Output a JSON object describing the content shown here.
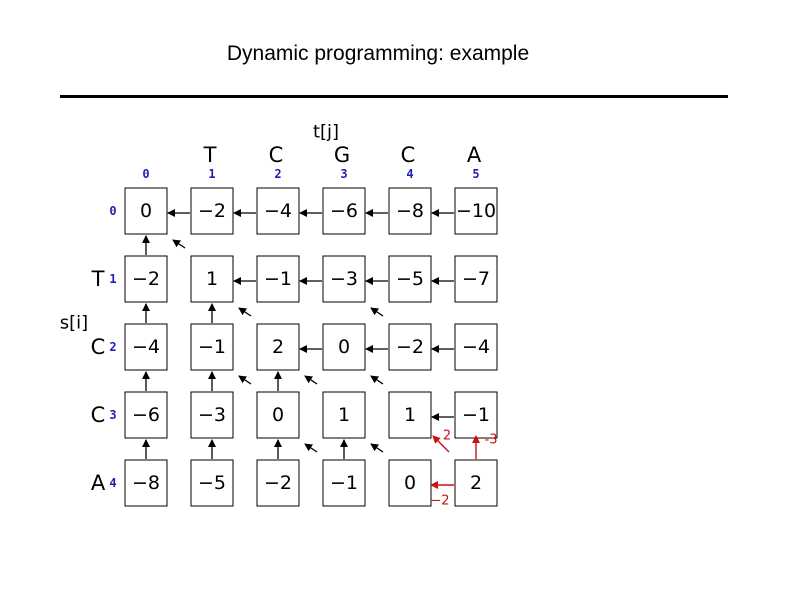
{
  "title": "Dynamic programming: example",
  "t_label": "t[j]",
  "s_label": "s[i]",
  "t_seq": [
    "",
    "T",
    "C",
    "G",
    "C",
    "A"
  ],
  "s_seq": [
    "",
    "T",
    "C",
    "C",
    "A"
  ],
  "col_index": [
    "0",
    "1",
    "2",
    "3",
    "4",
    "5"
  ],
  "row_index": [
    "0",
    "1",
    "2",
    "3",
    "4"
  ],
  "matrix": [
    [
      "0",
      "−2",
      "−4",
      "−6",
      "−8",
      "−10"
    ],
    [
      "−2",
      "1",
      "−1",
      "−3",
      "−5",
      "−7"
    ],
    [
      "−4",
      "−1",
      "2",
      "0",
      "−2",
      "−4"
    ],
    [
      "−6",
      "−3",
      "0",
      "1",
      "1",
      "−1"
    ],
    [
      "−8",
      "−5",
      "−2",
      "−1",
      "0",
      "2"
    ]
  ],
  "arrows": [
    {
      "dir": "left",
      "r": 0,
      "c": 1
    },
    {
      "dir": "left",
      "r": 0,
      "c": 2
    },
    {
      "dir": "left",
      "r": 0,
      "c": 3
    },
    {
      "dir": "left",
      "r": 0,
      "c": 4
    },
    {
      "dir": "left",
      "r": 0,
      "c": 5
    },
    {
      "dir": "up",
      "r": 1,
      "c": 0
    },
    {
      "dir": "diag",
      "r": 1,
      "c": 1
    },
    {
      "dir": "left",
      "r": 1,
      "c": 2
    },
    {
      "dir": "left",
      "r": 1,
      "c": 3
    },
    {
      "dir": "left",
      "r": 1,
      "c": 4
    },
    {
      "dir": "left",
      "r": 1,
      "c": 5
    },
    {
      "dir": "up",
      "r": 2,
      "c": 0
    },
    {
      "dir": "up",
      "r": 2,
      "c": 1
    },
    {
      "dir": "diag",
      "r": 2,
      "c": 2
    },
    {
      "dir": "left",
      "r": 2,
      "c": 3
    },
    {
      "dir": "diag",
      "r": 2,
      "c": 4
    },
    {
      "dir": "left",
      "r": 2,
      "c": 4
    },
    {
      "dir": "left",
      "r": 2,
      "c": 5
    },
    {
      "dir": "up",
      "r": 3,
      "c": 0
    },
    {
      "dir": "up",
      "r": 3,
      "c": 1
    },
    {
      "dir": "diag",
      "r": 3,
      "c": 2
    },
    {
      "dir": "up",
      "r": 3,
      "c": 2
    },
    {
      "dir": "diag",
      "r": 3,
      "c": 3
    },
    {
      "dir": "diag",
      "r": 3,
      "c": 4
    },
    {
      "dir": "left",
      "r": 3,
      "c": 5
    },
    {
      "dir": "up",
      "r": 4,
      "c": 0
    },
    {
      "dir": "up",
      "r": 4,
      "c": 1
    },
    {
      "dir": "up",
      "r": 4,
      "c": 2
    },
    {
      "dir": "diag",
      "r": 4,
      "c": 3
    },
    {
      "dir": "up",
      "r": 4,
      "c": 3
    },
    {
      "dir": "diag",
      "r": 4,
      "c": 4
    }
  ],
  "red_arrows": [
    {
      "dir": "diag",
      "r": 4,
      "c": 5,
      "label": "2"
    },
    {
      "dir": "up",
      "r": 4,
      "c": 5,
      "label": "-3"
    },
    {
      "dir": "left",
      "r": 4,
      "c": 5,
      "label": "−2"
    }
  ],
  "colors": {
    "index": "#1f1fb4",
    "candidate": "#cc1010"
  }
}
